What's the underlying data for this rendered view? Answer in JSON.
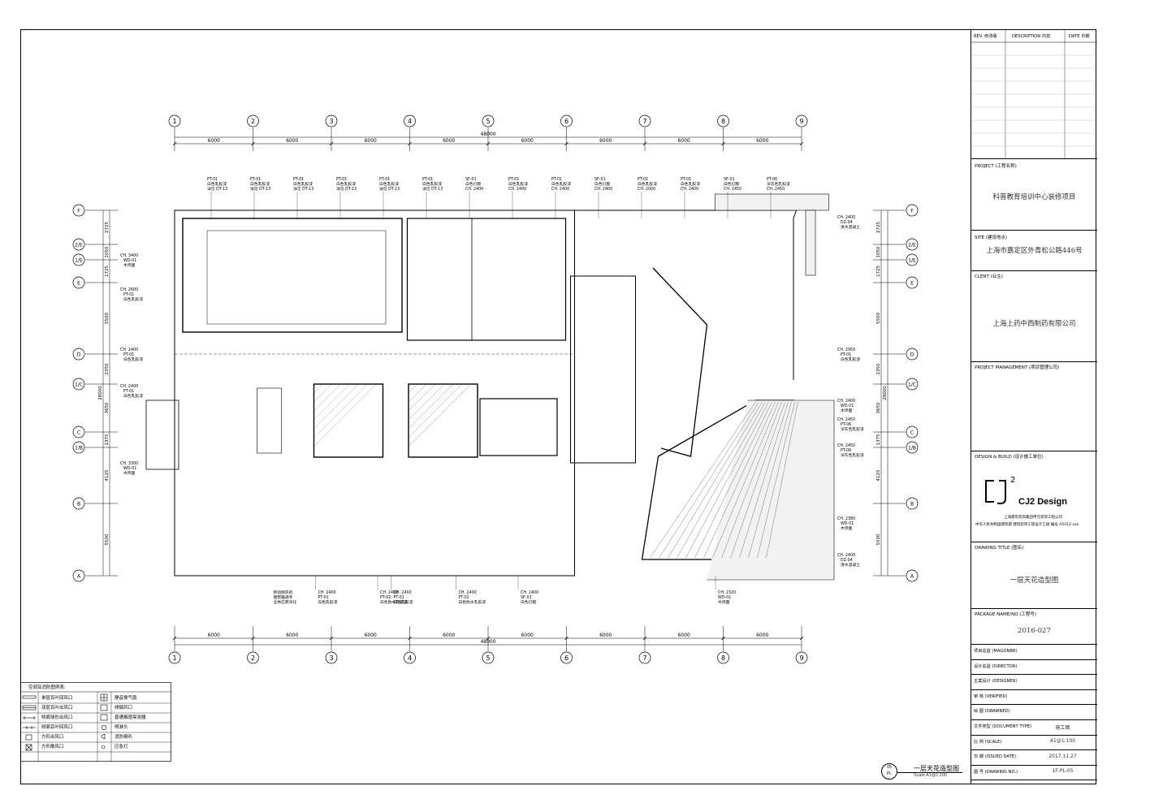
{
  "drawing": {
    "grid_columns": [
      "1",
      "2",
      "3",
      "4",
      "5",
      "6",
      "7",
      "8",
      "9"
    ],
    "grid_rows": [
      "F",
      "2/E",
      "1/E",
      "E",
      "D",
      "1/C",
      "C",
      "1/B",
      "B",
      "A"
    ],
    "column_spacing": [
      "6000",
      "6000",
      "6000",
      "6000",
      "6000",
      "6000",
      "6000",
      "6000"
    ],
    "total_width": "48000",
    "row_spacing_left": [
      "2725",
      "1050",
      "1725",
      "5500",
      "2350",
      "3650",
      "1375",
      "4125",
      "5500"
    ],
    "total_height": "28000",
    "view_title": "一层天花造型图",
    "view_scale": "Scale A1@1:100",
    "view_ref_num": "05",
    "view_ref_sheet": "PL",
    "top_notes": [
      {
        "code": "PT-01",
        "text1": "白色乳胶漆",
        "text2": "详见 DT-13"
      },
      {
        "code": "PT-01",
        "text1": "白色乳胶漆",
        "text2": "详见 DT-13"
      },
      {
        "code": "PT-01",
        "text1": "白色乳胶漆",
        "text2": "详见 DT-13"
      },
      {
        "code": "PT-01",
        "text1": "白色乳胶漆",
        "text2": "详见 DT-13"
      },
      {
        "code": "PT-01",
        "text1": "白色乳胶漆",
        "text2": "详见 DT-13"
      },
      {
        "code": "PT-01",
        "text1": "白色乳胶漆",
        "text2": "详见 DT-13"
      },
      {
        "code": "SF-01",
        "text1": "白色灯膜",
        "text2": "CH. 2400"
      },
      {
        "code": "PT-01",
        "text1": "白色乳胶漆",
        "text2": "CH. 2400"
      },
      {
        "code": "PT-01",
        "text1": "白色乳胶漆",
        "text2": "CH. 2400"
      },
      {
        "code": "SF-01",
        "text1": "白色灯膜",
        "text2": "CH. 2400"
      },
      {
        "code": "PT-01",
        "text1": "白色乳胶漆",
        "text2": "CH. 2000"
      },
      {
        "code": "PT-01",
        "text1": "白色乳胶漆",
        "text2": "CH. 2400"
      },
      {
        "code": "SF-01",
        "text1": "白色灯膜",
        "text2": "CH. 2450"
      },
      {
        "code": "PT-06",
        "text1": "深灰色乳胶漆",
        "text2": "CH. 2450"
      }
    ],
    "bottom_notes": [
      {
        "code": "CH. 2400",
        "text1": "PT-01",
        "text2": "白色乳胶漆"
      },
      {
        "code": "CH. 2400",
        "text1": "PT-02",
        "text2": "白色防水乳胶漆"
      },
      {
        "code": "CH. 2400",
        "text1": "PT-01",
        "text2": "白色乳胶漆"
      },
      {
        "code": "CH. 2400",
        "text1": "PT-02",
        "text2": "白色防水乳胶漆"
      },
      {
        "code": "CH. 2400",
        "text1": "SF-01",
        "text2": "白色灯膜"
      },
      {
        "code": "CH. 2320",
        "text1": "WD-01",
        "text2": "木饰面"
      }
    ],
    "bottom_extra_note": [
      "移动厕风机",
      "建筑暖通专",
      "业供应商深化"
    ],
    "left_notes": [
      {
        "code": "CH. 3400",
        "text1": "WD-01",
        "text2": "木饰面"
      },
      {
        "code": "CH. 2600",
        "text1": "PT-01",
        "text2": "白色乳胶漆"
      },
      {
        "code": "CH. 2400",
        "text1": "PT-01",
        "text2": "白色乳胶漆"
      },
      {
        "code": "CH. 2400",
        "text1": "PT-01",
        "text2": "白色乳胶漆"
      },
      {
        "code": "CH. 3300",
        "text1": "WD-01",
        "text2": "木饰面"
      }
    ],
    "right_notes": [
      {
        "code": "CH. 2400",
        "text1": "DZ-04",
        "text2": "清水混凝土"
      },
      {
        "code": "CH. 2950",
        "text1": "PT-01",
        "text2": "白色乳胶漆"
      },
      {
        "code": "CH. 2400",
        "text1": "WD-01",
        "text2": "木饰面"
      },
      {
        "code": "CH. 2450",
        "text1": "PT-06",
        "text2": "深灰色乳胶漆"
      },
      {
        "code": "CH. 2450",
        "text1": "PT-06",
        "text2": "深灰色乳胶漆"
      },
      {
        "code": "CH. 2380",
        "text1": "WD-01",
        "text2": "木饰面"
      },
      {
        "code": "CH. 2400",
        "text1": "DZ-04",
        "text2": "清水混凝土"
      }
    ]
  },
  "legend": {
    "title": "空调及消防图例表:",
    "items_left": [
      "单层百叶回风口",
      "双层百叶出风口",
      "侧面球形出风口",
      "侧面百叶回风口",
      "方形出风口",
      "方形散风口"
    ],
    "items_right": [
      "静音换气扇",
      "排烟风口",
      "普通烟感探测器",
      "喷淋头",
      "消防喇叭",
      "应急灯"
    ]
  },
  "title_block": {
    "rev_headers": [
      "REV. 修改版",
      "DESCRIPTION 内容",
      "DATE 日期"
    ],
    "project_label": "PROJECT (工程名称)",
    "project_name": "科普教育培训中心装修项目",
    "site_label": "SITE (建设地点)",
    "site_value": "上海市嘉定区外青松公路446号",
    "client_label": "CLENT (业主)",
    "client_value": "上海上药中西制药有限公司",
    "pm_label": "PROJECT MANAGEMENT (项目管理公司)",
    "design_label": "DESIGN & BUILD (设计施工单位)",
    "logo_text": "CJ2 Design",
    "company_line1": "上海建筑装饰集团申元装饰工程公司",
    "company_line2": "中华人民共和国建筑部 建筑装饰工程设计乙级 编号 A5412-xxx",
    "drawing_title_label": "DRAWING TITLE (图名)",
    "drawing_title": "一层天花造型图",
    "package_label": "PACKAGE NAME/NO (工程号)",
    "package_no": "2016-027",
    "rows": [
      {
        "label": "项目总监 (MAGONBR)",
        "value": ""
      },
      {
        "label": "设计总监 (DIRECTOR)",
        "value": ""
      },
      {
        "label": "主案设计 (DESIGNER)",
        "value": ""
      },
      {
        "label": "审    核 (VERIFIED)",
        "value": ""
      },
      {
        "label": "绘    图 (DRAWNED)",
        "value": ""
      },
      {
        "label": "文件类型 (DOCUMENT TYPE)",
        "value": "施工图"
      },
      {
        "label": "比    例 (SCALE)",
        "value": "A1@1:100"
      },
      {
        "label": "日    期 (ISSUED DATE)",
        "value": "2017.11.27"
      },
      {
        "label": "图    号 (DRAWING NO.)",
        "value": "1F-PL-05"
      }
    ]
  }
}
